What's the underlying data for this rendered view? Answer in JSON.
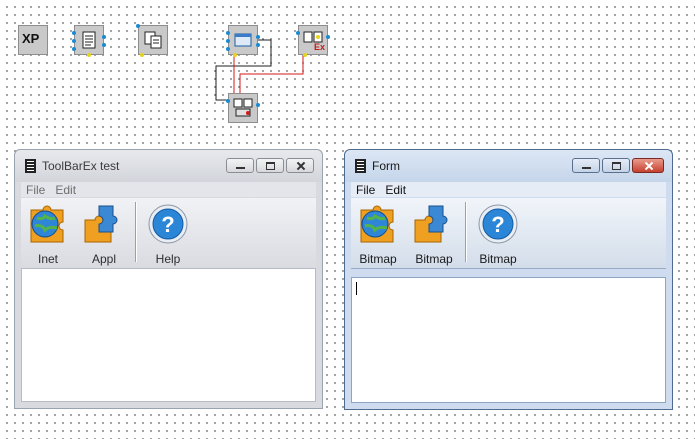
{
  "canvas": {
    "components": [
      {
        "kind": "XP",
        "label": "XP"
      },
      {
        "kind": "document"
      },
      {
        "kind": "copy"
      },
      {
        "kind": "window"
      },
      {
        "kind": "toolbar-ex",
        "label": "Ex"
      },
      {
        "kind": "toolbar"
      }
    ],
    "wire_colors": {
      "black": "#1f1f1f",
      "red": "#d01a1a",
      "dark-red": "#8a1a1a"
    }
  },
  "windows": [
    {
      "title": "ToolBarEx test",
      "theme": "disabled",
      "menu": [
        "File",
        "Edit"
      ],
      "buttons": [
        {
          "label": "Inet",
          "icon": "globe-puzzle-icon"
        },
        {
          "label": "Appl",
          "icon": "puzzle-icon"
        },
        {
          "label": "Help",
          "icon": "help-icon"
        }
      ]
    },
    {
      "title": "Form",
      "theme": "active",
      "menu": [
        "File",
        "Edit"
      ],
      "buttons": [
        {
          "label": "Bitmap",
          "icon": "globe-puzzle-icon"
        },
        {
          "label": "Bitmap",
          "icon": "puzzle-icon"
        },
        {
          "label": "Bitmap",
          "icon": "help-icon"
        }
      ]
    }
  ],
  "colors": {
    "accent": "#1b8bd1",
    "close": "#c7402f",
    "pin": "#e8d31c"
  }
}
